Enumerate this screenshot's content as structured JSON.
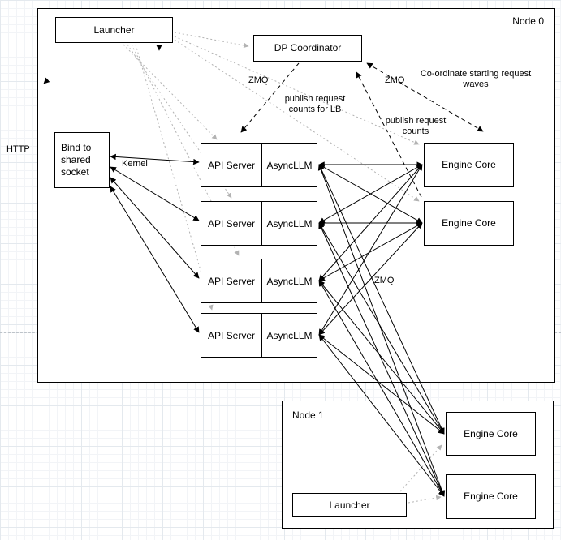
{
  "node0": {
    "title": "Node 0",
    "launcher_label": "Launcher",
    "dp_coordinator_label": "DP Coordinator",
    "bind_socket_label": "Bind to shared socket",
    "api_rows": [
      {
        "api_server": "API Server",
        "async_llm": "AsyncLLM"
      },
      {
        "api_server": "API Server",
        "async_llm": "AsyncLLM"
      },
      {
        "api_server": "API Server",
        "async_llm": "AsyncLLM"
      },
      {
        "api_server": "API Server",
        "async_llm": "AsyncLLM"
      }
    ],
    "engine_cores": [
      "Engine Core",
      "Engine Core"
    ]
  },
  "node1": {
    "title": "Node 1",
    "launcher_label": "Launcher",
    "engine_cores": [
      "Engine Core",
      "Engine Core"
    ]
  },
  "labels": {
    "http": "HTTP",
    "kernel": "Kernel",
    "zmq_coordinator_api": "ZMQ",
    "zmq_coordinator_engine": "ZMQ",
    "zmq_asyncllm_engine": "ZMQ",
    "publish_request_counts_lb": "publish request counts for LB",
    "publish_request_counts": "publish request counts",
    "coordinate_waves": "Co-ordinate starting request waves"
  },
  "colors": {
    "connector_black": "#000000",
    "connector_gray": "#b3b3b3",
    "shape_fill": "#ffffff",
    "shape_stroke": "#000000"
  }
}
